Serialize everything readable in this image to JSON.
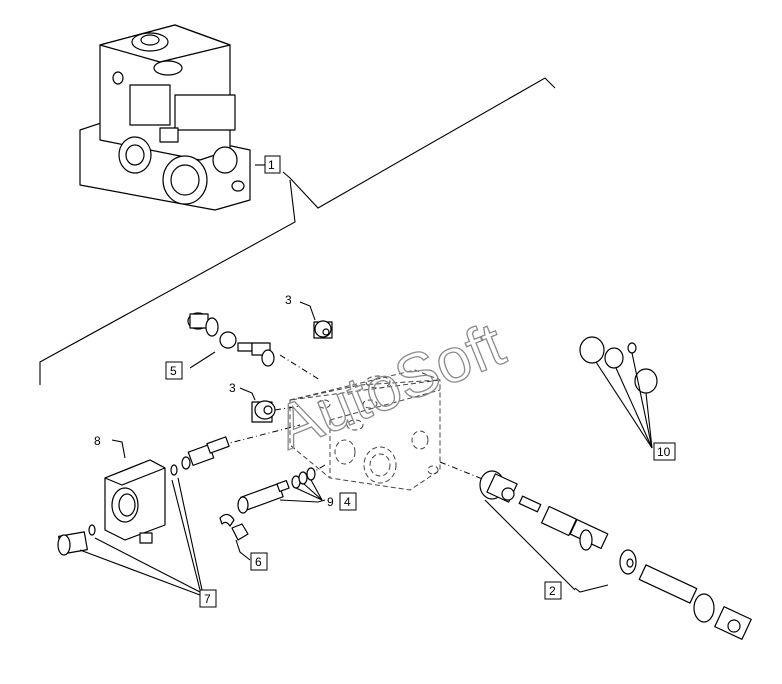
{
  "watermark": "AutoSoft",
  "callouts": {
    "c1": "1",
    "c2": "2",
    "c3a": "3",
    "c3b": "3",
    "c4": "4",
    "c5": "5",
    "c6": "6",
    "c7": "7",
    "c8": "8",
    "c9": "9",
    "c10": "10"
  }
}
